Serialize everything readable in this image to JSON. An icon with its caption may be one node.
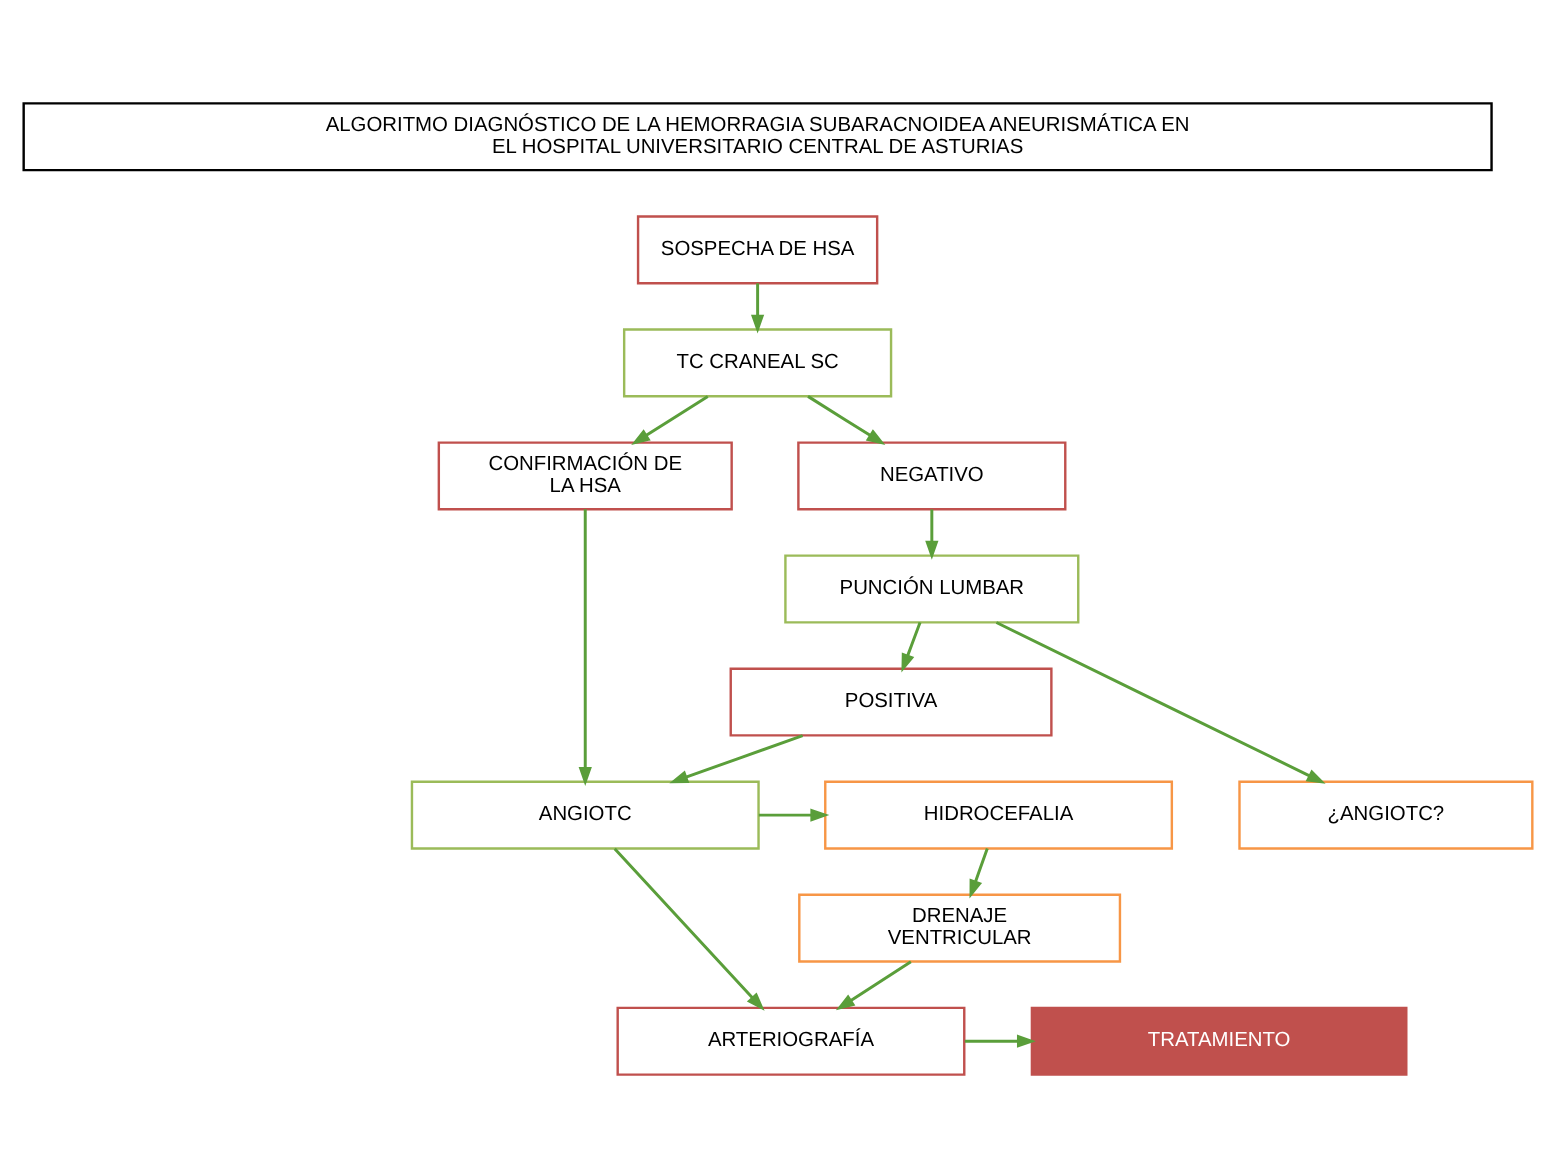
{
  "diagram": {
    "nodes": [
      {
        "text": [
          "ALGORITMO DIAGNÓSTICO DE LA HEMORRAGIA SUBARACNOIDEA ANEURISMÁTICA EN EL HOSPITAL UNIVERSITARIO CENTRAL DE ASTURIAS"
        ]
      },
      {
        "text": [
          "SOSPECHA DE HSA"
        ]
      },
      {
        "text": [
          "TC CRANEAL SC"
        ]
      },
      {
        "text": [
          "CONFIRMACIÓN DE LA HSA"
        ]
      },
      {
        "text": [
          "NEGATIVO"
        ]
      },
      {
        "text": [
          "PUNCIÓN LUMBAR"
        ]
      },
      {
        "text": [
          "POSITIVA"
        ]
      },
      {
        "text": [
          "HIDROCEFALIA"
        ]
      },
      {
        "text": [
          "ANGIOTC"
        ]
      },
      {
        "text": [
          "¿ANGIOTC?"
        ]
      },
      {
        "text": [
          "DRENAJE VENTRICULAR"
        ]
      },
      {
        "text": [
          "ARTERIOGRAFÍA"
        ]
      },
      {
        "text": [
          "TRATAMIENTO"
        ]
      }
    ],
    "edges": [
      {
        "from": 1,
        "to": 2,
        "arrow": "to"
      },
      {
        "from": 2,
        "to": 3,
        "arrow": "to"
      },
      {
        "from": 2,
        "to": 4,
        "arrow": "to"
      },
      {
        "from": 4,
        "to": 5,
        "arrow": "to"
      },
      {
        "from": 5,
        "to": 6,
        "arrow": "to"
      },
      {
        "from": 5,
        "to": 9,
        "arrow": "to"
      },
      {
        "from": 3,
        "to": 8,
        "arrow": "to"
      },
      {
        "from": 6,
        "to": 8,
        "arrow": "to"
      },
      {
        "from": 8,
        "to": 7,
        "arrow": "to"
      },
      {
        "from": 7,
        "to": 10,
        "arrow": "to"
      },
      {
        "from": 8,
        "to": 11,
        "arrow": "to"
      },
      {
        "from": 10,
        "to": 11,
        "arrow": "to"
      },
      {
        "from": 11,
        "to": 12,
        "arrow": "to"
      }
    ]
  }
}
